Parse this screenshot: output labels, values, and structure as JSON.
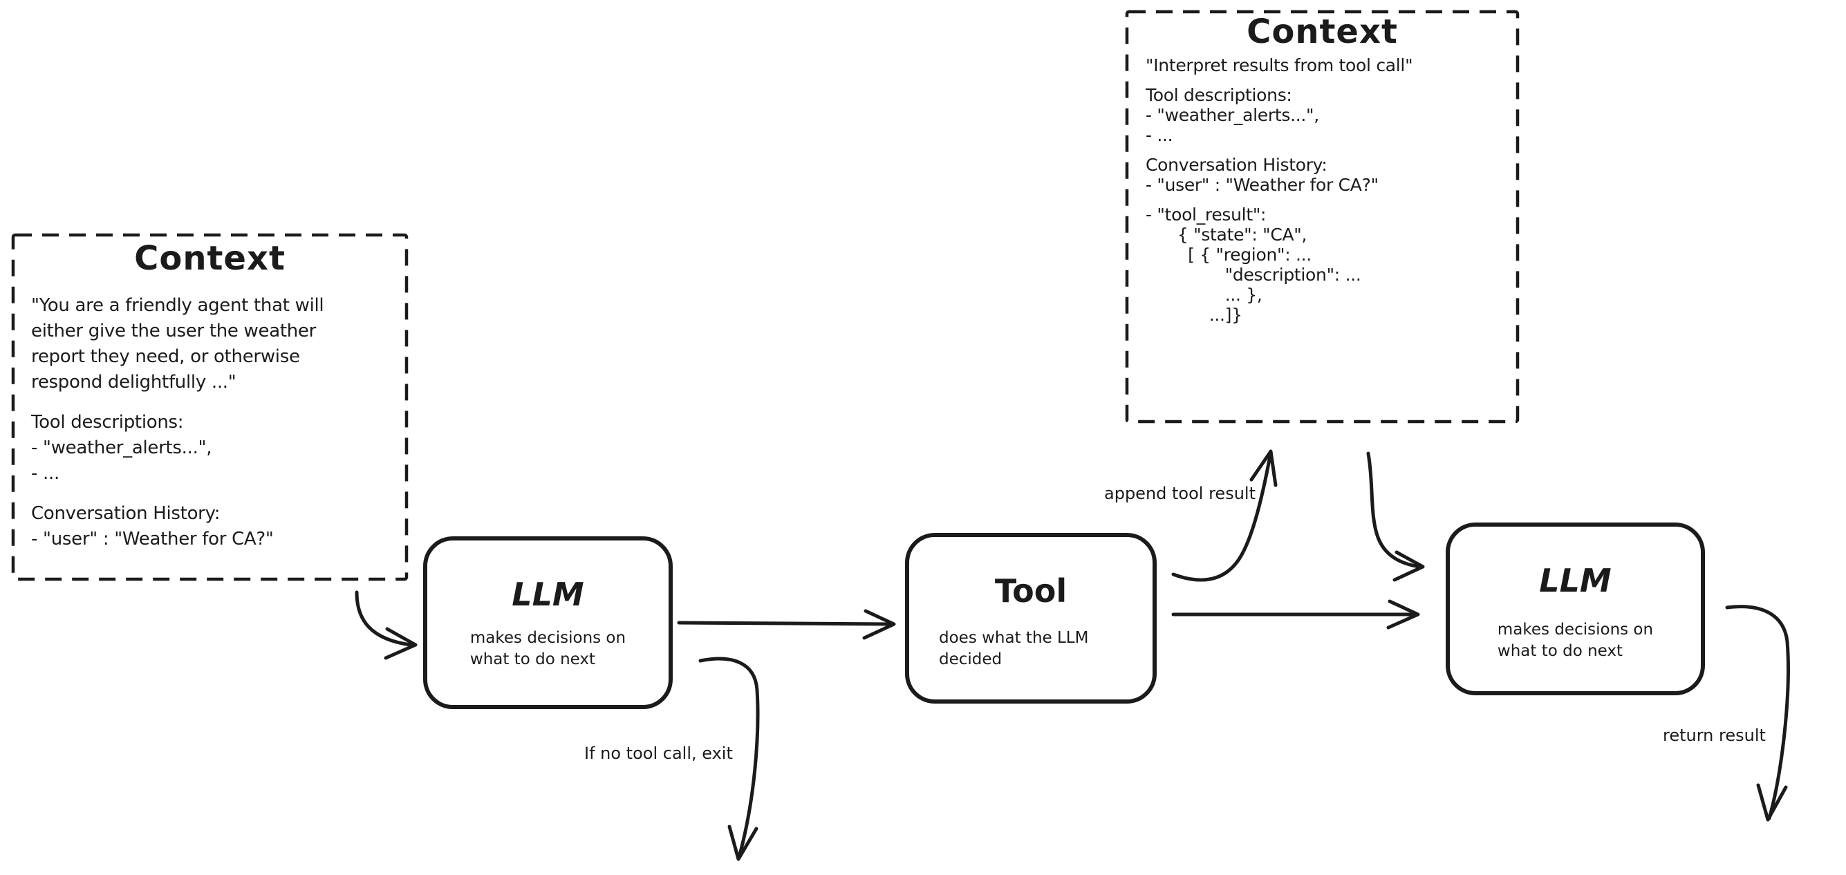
{
  "diagram": {
    "colors": {
      "stroke": "#1b1b1b",
      "background": "#ffffff"
    },
    "context1": {
      "title": "Context",
      "lines": [
        "\"You are a friendly agent that will",
        "either give the user the weather",
        "report they need, or otherwise",
        "respond delightfully ...\"",
        "",
        "Tool descriptions:",
        "- \"weather_alerts...\",",
        "- ...",
        "",
        "Conversation History:",
        "- \"user\" : \"Weather for CA?\""
      ]
    },
    "context2": {
      "title": "Context",
      "lines": [
        "\"Interpret results from tool call\"",
        "",
        "Tool descriptions:",
        "- \"weather_alerts...\",",
        "- ...",
        "",
        "Conversation History:",
        "- \"user\" : \"Weather for CA?\"",
        "",
        "- \"tool_result\":",
        "      { \"state\": \"CA\",",
        "        [ { \"region\": ...",
        "               \"description\": ...",
        "               ... },",
        "            ...]}"
      ]
    },
    "nodes": {
      "llm1": {
        "title": "LLM",
        "subtitle": [
          "makes decisions on",
          "what to do next"
        ]
      },
      "tool": {
        "title": "Tool",
        "subtitle": [
          "does what the LLM",
          "decided"
        ]
      },
      "llm2": {
        "title": "LLM",
        "subtitle": [
          "makes decisions on",
          "what to do next"
        ]
      }
    },
    "edges": [
      {
        "from": "context-1",
        "to": "llm-1",
        "label": ""
      },
      {
        "from": "llm-1",
        "to": "tool",
        "label": ""
      },
      {
        "from": "tool",
        "to": "context-2",
        "label": "append tool result"
      },
      {
        "from": "context-2",
        "to": "llm-2",
        "label": ""
      },
      {
        "from": "tool",
        "to": "llm-2",
        "label": ""
      },
      {
        "from": "llm-1",
        "to": "exit",
        "label": "If no tool call, exit"
      },
      {
        "from": "llm-2",
        "to": "return",
        "label": "return result"
      }
    ]
  }
}
